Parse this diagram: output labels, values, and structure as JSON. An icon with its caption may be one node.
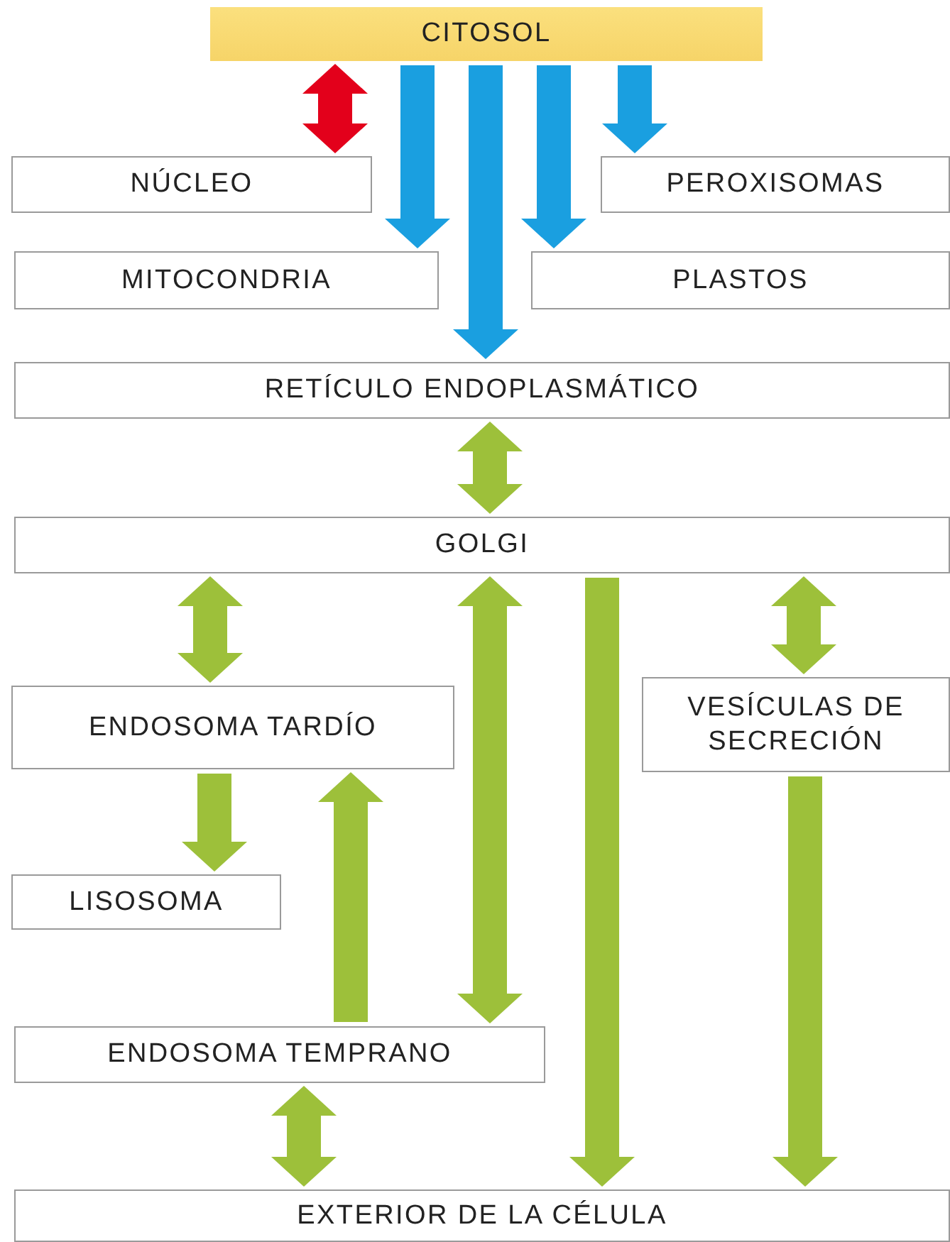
{
  "diagram": {
    "nodes": [
      {
        "text": [
          "CITOSOL"
        ]
      },
      {
        "text": [
          "NÚCLEO"
        ]
      },
      {
        "text": [
          "PEROXISOMAS"
        ]
      },
      {
        "text": [
          "MITOCONDRIA"
        ]
      },
      {
        "text": [
          "PLASTOS"
        ]
      },
      {
        "text": [
          "RETÍCULO ENDOPLASMÁTICO"
        ]
      },
      {
        "text": [
          "GOLGI"
        ]
      },
      {
        "text": [
          "ENDOSOMA TARDÍO"
        ]
      },
      {
        "text": [
          "VESÍCULAS DE SECRECIÓN"
        ]
      },
      {
        "text": [
          "LISOSOMA"
        ]
      },
      {
        "text": [
          "ENDOSOMA TEMPRANO"
        ]
      },
      {
        "text": [
          "EXTERIOR DE LA CÉLULA"
        ]
      }
    ],
    "edges": [
      {
        "from": 0,
        "to": 1,
        "arrow": "both",
        "color": "#e3001b"
      },
      {
        "from": 0,
        "to": 3,
        "arrow": "to",
        "color": "#1a9fe0"
      },
      {
        "from": 0,
        "to": 5,
        "arrow": "to",
        "color": "#1a9fe0"
      },
      {
        "from": 0,
        "to": 4,
        "arrow": "to",
        "color": "#1a9fe0"
      },
      {
        "from": 0,
        "to": 2,
        "arrow": "to",
        "color": "#1a9fe0"
      },
      {
        "from": 5,
        "to": 6,
        "arrow": "both"
      },
      {
        "from": 6,
        "to": 7,
        "arrow": "both"
      },
      {
        "from": 6,
        "to": 10,
        "arrow": "both"
      },
      {
        "from": 6,
        "to": 11,
        "arrow": "to"
      },
      {
        "from": 6,
        "to": 8,
        "arrow": "both"
      },
      {
        "from": 7,
        "to": 9,
        "arrow": "to"
      },
      {
        "from": 10,
        "to": 7,
        "arrow": "to"
      },
      {
        "from": 8,
        "to": 11,
        "arrow": "to"
      },
      {
        "from": 10,
        "to": 11,
        "arrow": "both"
      }
    ]
  }
}
